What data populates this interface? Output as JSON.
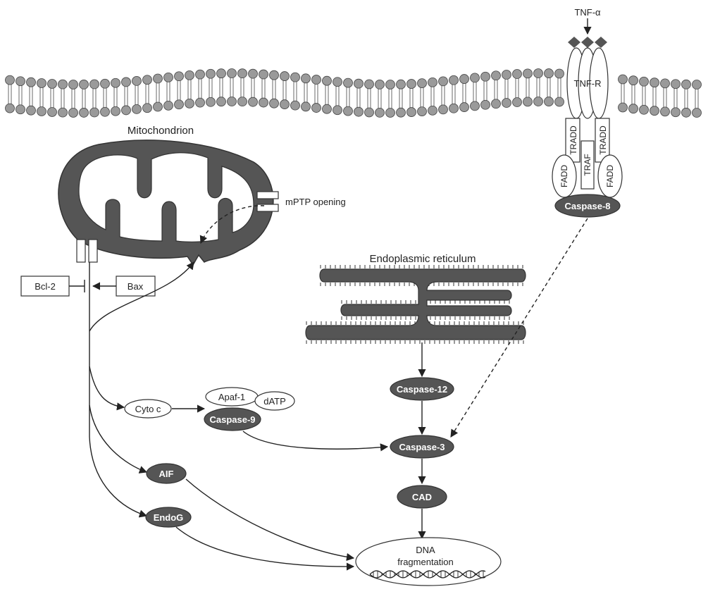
{
  "labels": {
    "tnf_alpha": "TNF-α",
    "tnf_r": "TNF-R",
    "tradd_left": "TRADD",
    "tradd_right": "TRADD",
    "traf": "TRAF",
    "fadd_left": "FADD",
    "fadd_right": "FADD",
    "caspase_8": "Caspase-8",
    "mitochondrion": "Mitochondrion",
    "mptp_opening": "mPTP opening",
    "bcl2": "Bcl-2",
    "bax": "Bax",
    "endoplasmic_reticulum": "Endoplasmic reticulum",
    "caspase_12": "Caspase-12",
    "cyto_c": "Cyto c",
    "apaf1": "Apaf-1",
    "datp": "dATP",
    "caspase_9": "Caspase-9",
    "caspase_3": "Caspase-3",
    "cad": "CAD",
    "aif": "AIF",
    "endog": "EndoG",
    "dna_line1": "DNA",
    "dna_line2": "fragmentation"
  },
  "colors": {
    "membrane_head": "#9a9a9a",
    "organelle_fill": "#555555",
    "dark_node": "#555555",
    "light_node": "#ffffff",
    "line": "#222222"
  }
}
